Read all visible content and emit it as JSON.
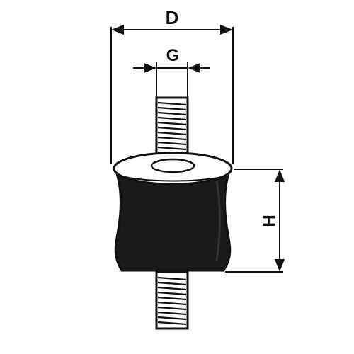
{
  "diagram": {
    "labels": {
      "diameter": "D",
      "thread": "G",
      "height": "H"
    },
    "colors": {
      "ink": "#111111",
      "rubber": "#1a1a1a",
      "metal": "#ffffff",
      "background": "#ffffff"
    }
  }
}
